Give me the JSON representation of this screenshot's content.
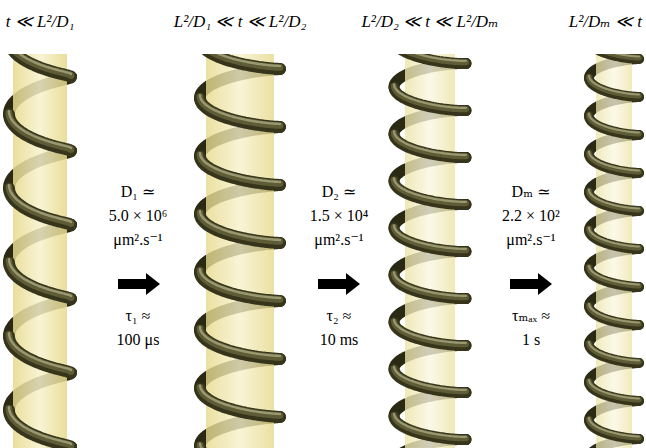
{
  "diagram": {
    "labels": [
      "t ≪ L²/D₁",
      "L²/D₁ ≪ t ≪ L²/D₂",
      "L²/D₂ ≪ t ≪ L²/Dₘ",
      "L²/Dₘ ≪ t",
      "D₁ ≃",
      "5.0 × 10⁶",
      "μm².s⁻¹",
      "τ₁ ≈",
      "100 μs",
      "D₂ ≃",
      "1.5 × 10⁴",
      "μm².s⁻¹",
      "τ₂ ≈",
      "10 ms",
      "Dₘ ≃",
      "2.2 × 10²",
      "μm².s⁻¹",
      "τₘₐₓ ≈",
      "1 s"
    ]
  }
}
